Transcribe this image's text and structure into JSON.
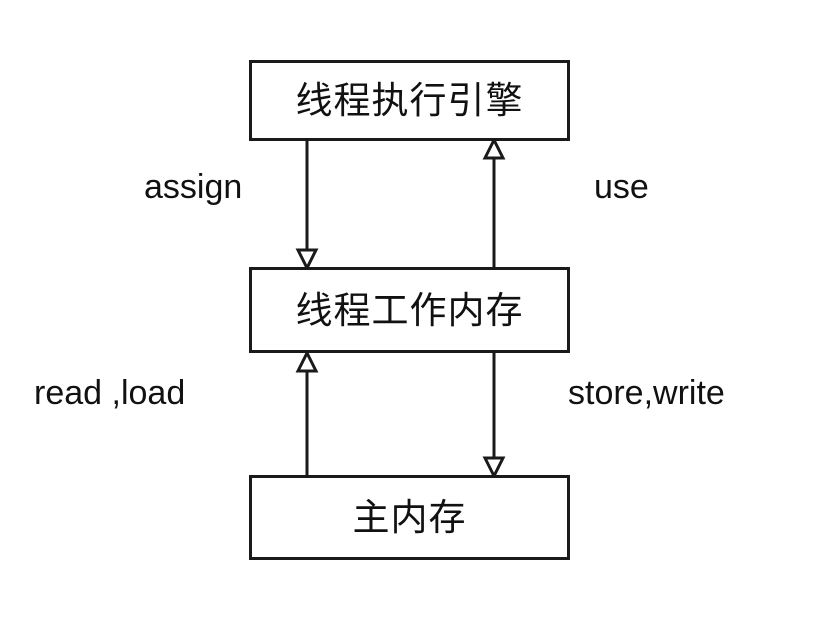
{
  "diagram": {
    "title": "Java Memory Model interaction diagram",
    "background_color": "#ffffff",
    "stroke_color": "#1a1a1a",
    "text_color": "#111111",
    "nodes": [
      {
        "id": "execution-engine",
        "label": "线程执行引擎"
      },
      {
        "id": "working-memory",
        "label": "线程工作内存"
      },
      {
        "id": "main-memory",
        "label": "主内存"
      }
    ],
    "edges": [
      {
        "id": "assign",
        "label": "assign",
        "from": "execution-engine",
        "to": "working-memory",
        "direction": "down",
        "side": "left",
        "arrowhead": "open-triangle"
      },
      {
        "id": "use",
        "label": "use",
        "from": "working-memory",
        "to": "execution-engine",
        "direction": "up",
        "side": "right",
        "arrowhead": "open-triangle"
      },
      {
        "id": "read-load",
        "label": "read ,load",
        "from": "main-memory",
        "to": "working-memory",
        "direction": "up",
        "side": "left",
        "arrowhead": "open-triangle"
      },
      {
        "id": "store-write",
        "label": "store,write",
        "from": "working-memory",
        "to": "main-memory",
        "direction": "down",
        "side": "right",
        "arrowhead": "open-triangle"
      }
    ]
  }
}
